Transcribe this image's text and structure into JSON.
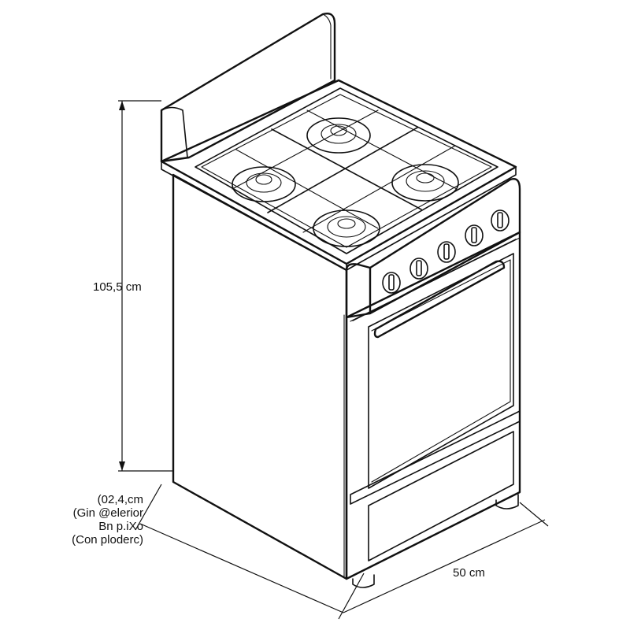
{
  "dimensions": {
    "height": "105,5 cm",
    "width": "50 cm",
    "depth": [
      "(02,4,cm",
      "(Gin @elerior",
      "Bn p.iXo",
      "(Con ploderc)"
    ]
  },
  "colors": {
    "line": "#111111",
    "background": "#ffffff"
  },
  "icons": [
    "burner-icon",
    "knob-icon"
  ]
}
